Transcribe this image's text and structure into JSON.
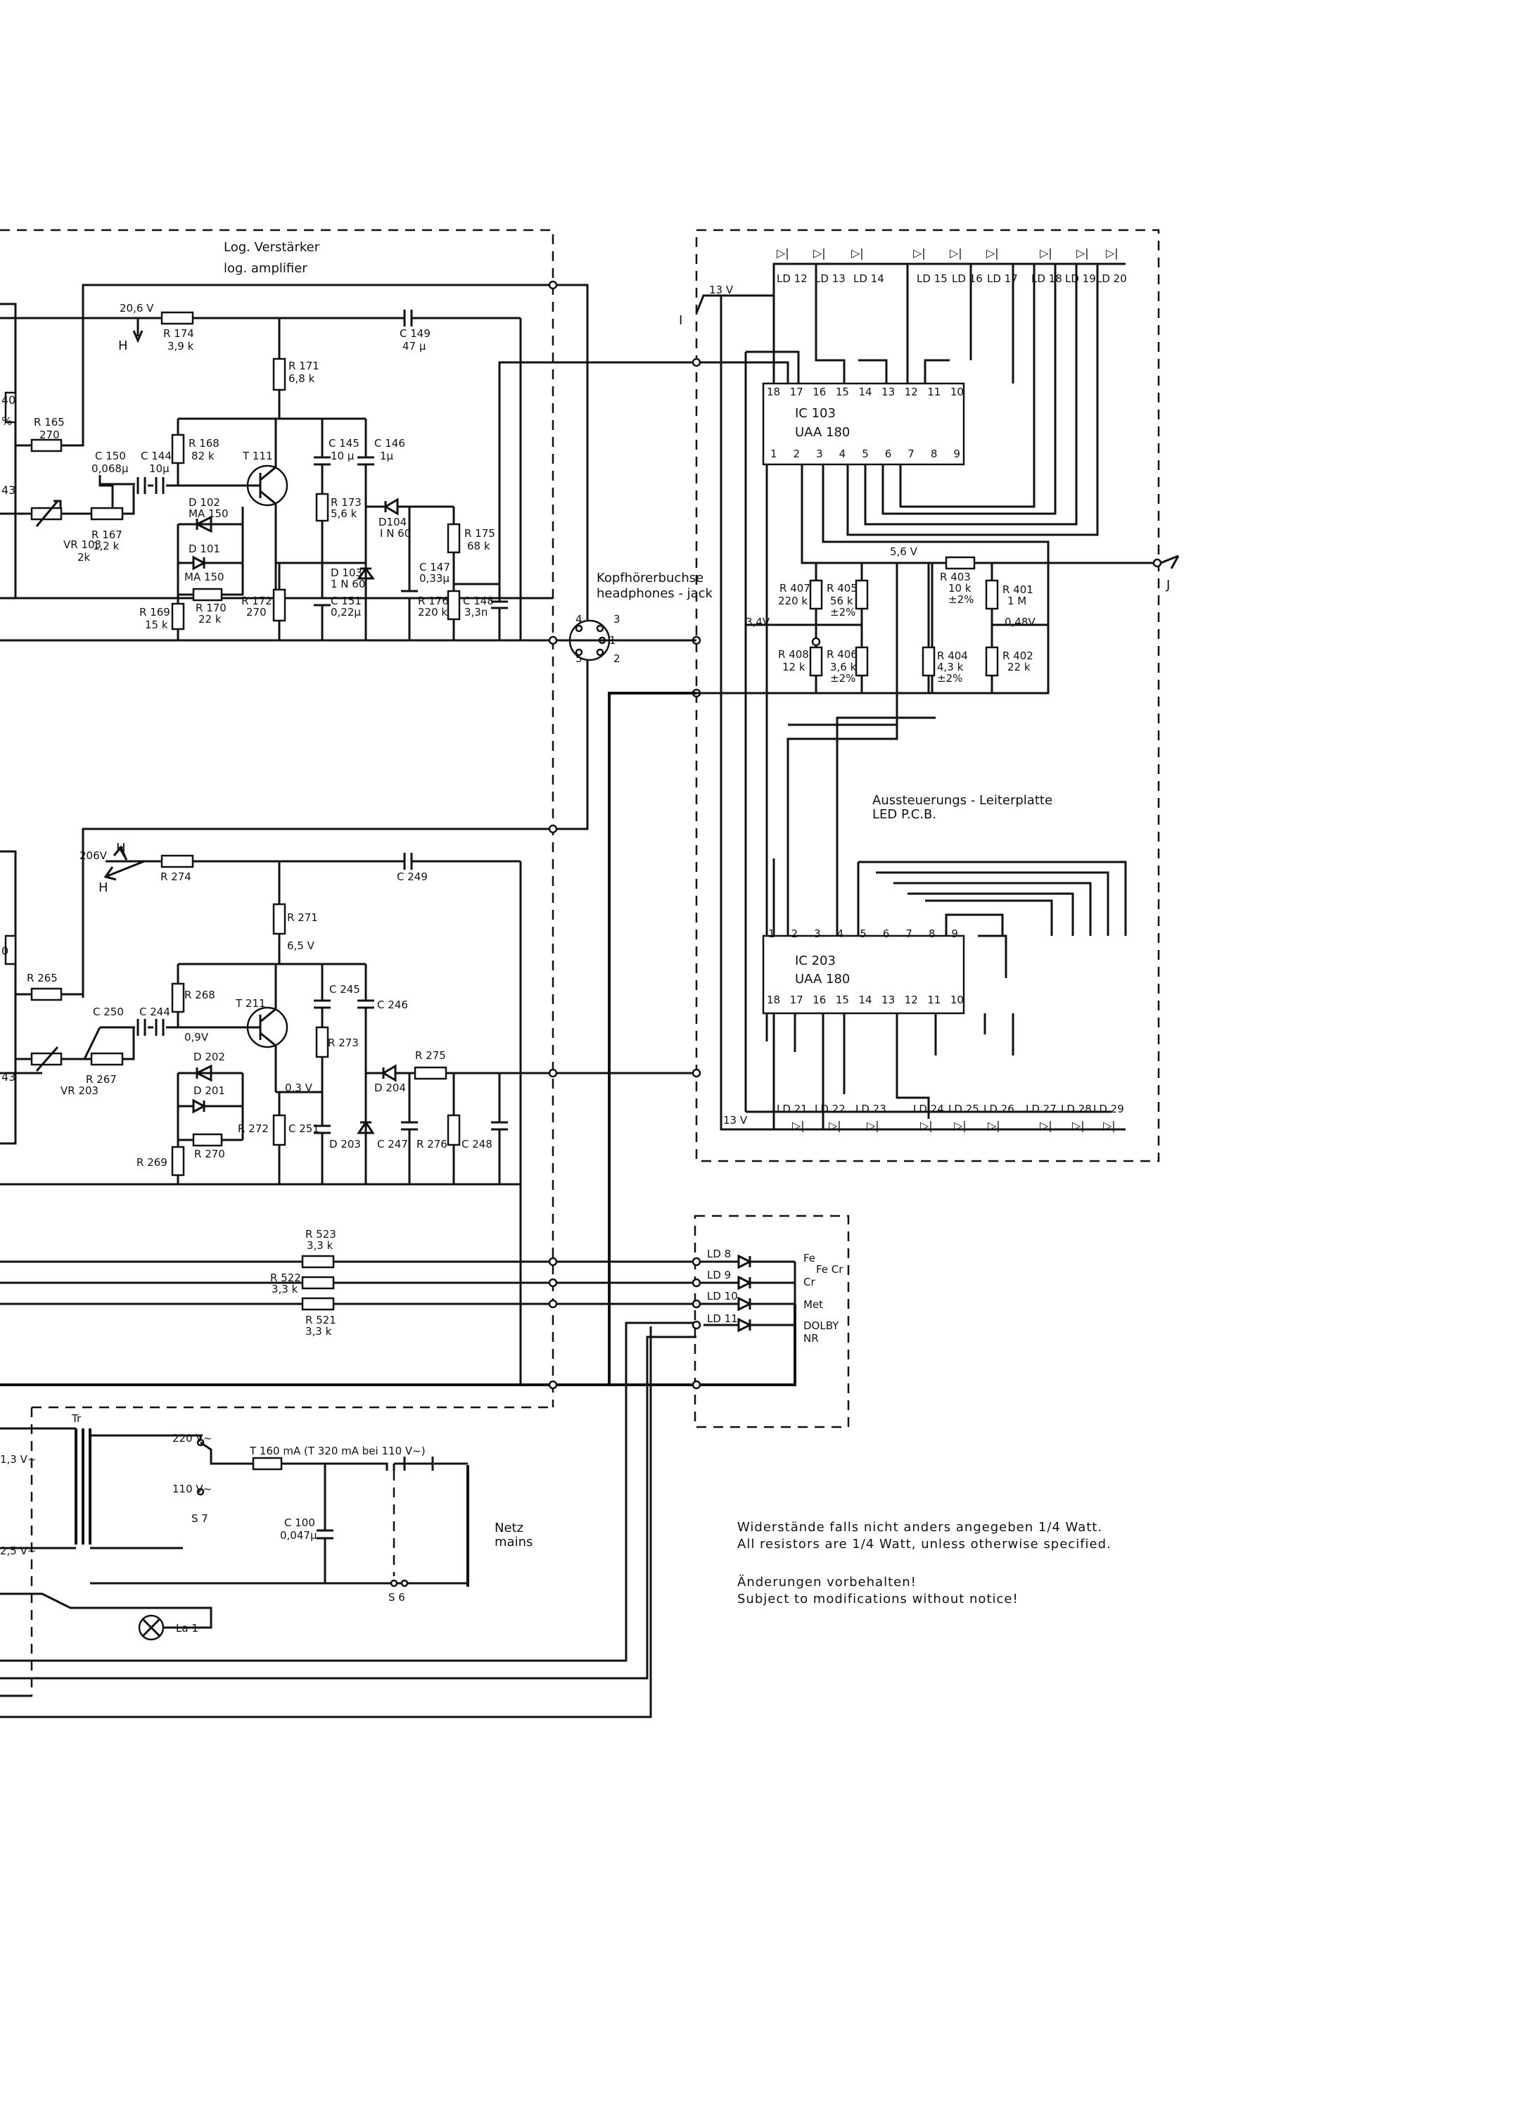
{
  "sections": {
    "log_amp_de": "Log. Verstärker",
    "log_amp_en": "log. amplifier",
    "jack_de": "Kopfhörerbuchse",
    "jack_en": "headphones - jack",
    "led_pcb_de": "Aussteuerungs - Leiterplatte",
    "led_pcb_en": "LED P.C.B.",
    "mains": [
      "Netz",
      "mains"
    ]
  },
  "voltages": {
    "v20_6": "20,6 V",
    "v13a": "13 V",
    "v13b": "13 V",
    "v5_6": "5,6 V",
    "v3_4": "3,4V",
    "v0_48": "0,48V",
    "v20_6b": "206V",
    "v6_5": "6,5 V",
    "v0_9": "0,9V",
    "v0_3": "0,3 V"
  },
  "nodes": {
    "H1": "H",
    "H2": "H",
    "H3": "H",
    "I": "I",
    "J": "J"
  },
  "components": {
    "r174": [
      "R 174",
      "3,9 k"
    ],
    "c149": [
      "C 149",
      "47 µ"
    ],
    "r171": [
      "R 171",
      "6,8 k"
    ],
    "r165": [
      "R 165",
      "270"
    ],
    "c150": [
      "C 150",
      "0,068µ"
    ],
    "c144": [
      "C 144",
      "10µ"
    ],
    "r168": [
      "R 168",
      "82 k"
    ],
    "t111": "T 111",
    "c145": [
      "C 145",
      "10 µ"
    ],
    "c146": [
      "C 146",
      "1µ"
    ],
    "d102": [
      "D 102",
      "MA 150"
    ],
    "d101": [
      "D 101",
      "MA 150"
    ],
    "r173": [
      "R 173",
      "5,6 k"
    ],
    "d104": [
      "D104",
      "I N 60"
    ],
    "r175": [
      "R 175",
      "68 k"
    ],
    "vr103": [
      "VR 103",
      "2k"
    ],
    "r167": [
      "R 167",
      "1,2 k"
    ],
    "d103": [
      "D 103",
      "1 N 60"
    ],
    "c147": [
      "C 147",
      "0,33µ"
    ],
    "r169": [
      "R 169",
      "15 k"
    ],
    "r170": [
      "R 170",
      "22 k"
    ],
    "r172": [
      "R 172",
      "270"
    ],
    "c151": [
      "C 151",
      "0,22µ"
    ],
    "r176": [
      "R 176",
      "220 k"
    ],
    "c148": [
      "C 148",
      "3,3n"
    ],
    "r274": "R 274",
    "c249": "C 249",
    "r271": "R 271",
    "r265": "R 265",
    "c250": "C 250",
    "c244": "C 244",
    "r268": "R 268",
    "t211": "T 211",
    "c245": "C 245",
    "c246": "C 246",
    "r273": "R 273",
    "d202": "D 202",
    "d201": "D 201",
    "r275": "R 275",
    "d204": "D 204",
    "vr203": "VR 203",
    "r267": "R 267",
    "r272": "R 272",
    "c251": "C 251",
    "d203": "D 203",
    "c247": "C 247",
    "r276": "R 276",
    "c248": "C 248",
    "r269": "R 269",
    "r270": "R 270",
    "r407": [
      "R 407",
      "220 k"
    ],
    "r405": [
      "R 405",
      "56 k",
      "±2%"
    ],
    "r403": [
      "R 403",
      "10 k",
      "±2%"
    ],
    "r401": [
      "R 401",
      "1 M"
    ],
    "r408": [
      "R 408",
      "12 k"
    ],
    "r406": [
      "R 406",
      "3,6 k",
      "±2%"
    ],
    "r404": [
      "R 404",
      "4,3 k",
      "±2%"
    ],
    "r402": [
      "R 402",
      "22 k"
    ],
    "r523": [
      "R 523",
      "3,3 k"
    ],
    "r522": [
      "R 522",
      "3,3 k"
    ],
    "r521": [
      "R 521",
      "3,3 k"
    ],
    "tr": "Tr",
    "fuse": "T 160 mA  (T 320 mA bei 110 V~)",
    "c100": [
      "C 100",
      "0,047µ"
    ],
    "s7": "S 7",
    "s6": "S 6",
    "la1": "La 1",
    "v220": "220 V~",
    "v110": "110 V~",
    "sec1": "1,3 V~",
    "sec2": "2,5 V~"
  },
  "ic103": {
    "name": "IC 103",
    "type": "UAA 180",
    "top_pins": [
      "18",
      "17",
      "16",
      "15",
      "14",
      "13",
      "12",
      "11",
      "10"
    ],
    "bottom_pins": [
      "1",
      "2",
      "3",
      "4",
      "5",
      "6",
      "7",
      "8",
      "9"
    ]
  },
  "ic203": {
    "name": "IC 203",
    "type": "UAA 180",
    "top_pins": [
      "1",
      "2",
      "3",
      "4",
      "5",
      "6",
      "7",
      "8",
      "9"
    ],
    "bottom_pins": [
      "18",
      "17",
      "16",
      "15",
      "14",
      "13",
      "12",
      "11",
      "10"
    ]
  },
  "leds_top": [
    "LD 12",
    "LD 13",
    "LD 14",
    "LD 15",
    "LD 16",
    "LD 17",
    "LD 18",
    "LD 19",
    "LD 20"
  ],
  "leds_bottom": [
    "LD 21",
    "LD 22",
    "LD 23",
    "LD 24",
    "LD 25",
    "LD 26",
    "LD 27",
    "LD 28",
    "LD 29"
  ],
  "jack_pins": [
    "4",
    "3",
    "1",
    "5",
    "2"
  ],
  "indicator_leds": [
    "LD 8",
    "LD 9",
    "LD 10",
    "LD 11"
  ],
  "indicator_labels": {
    "fe": "Fe",
    "fecr": "Fe Cr",
    "cr": "Cr",
    "met": "Met",
    "dolby": "DOLBY",
    "nr": "NR"
  },
  "notes": [
    "Widerstände falls nicht anders angegeben 1/4 Watt.",
    "All resistors are 1/4 Watt, unless otherwise specified.",
    "Änderungen vorbehalten!",
    "Subject to modifications without notice!"
  ],
  "edge_labels": [
    "40",
    "%",
    "43",
    "0",
    "43"
  ]
}
